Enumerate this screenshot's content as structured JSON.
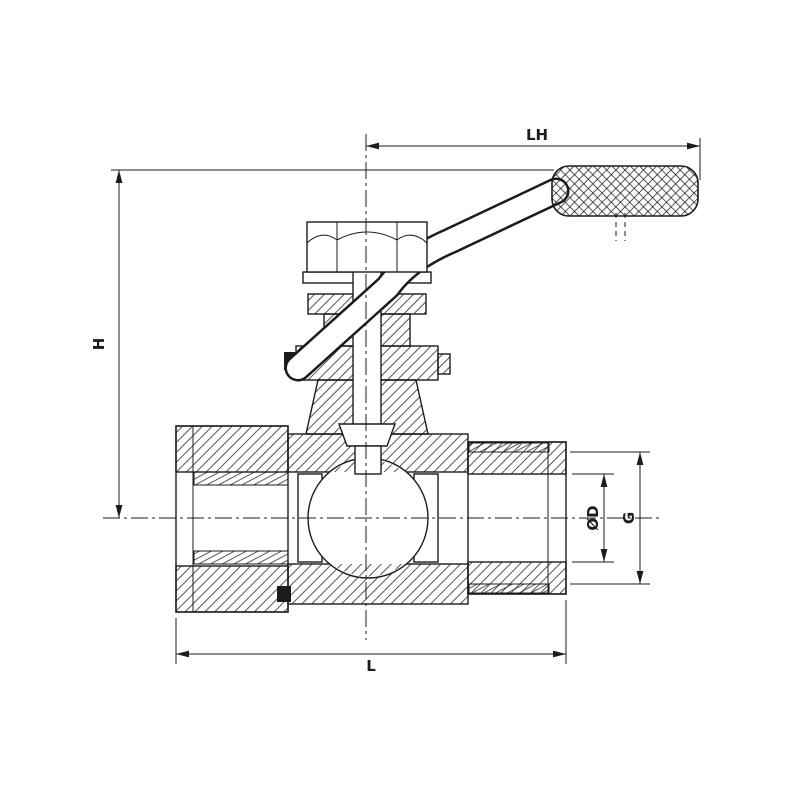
{
  "drawing": {
    "colors": {
      "line": "#1c1c1c",
      "background": "#ffffff"
    },
    "dimensions": {
      "lever_length": "LH",
      "height": "H",
      "bore_diameter": "ØD",
      "thread_size": "G",
      "body_length": "L"
    }
  }
}
